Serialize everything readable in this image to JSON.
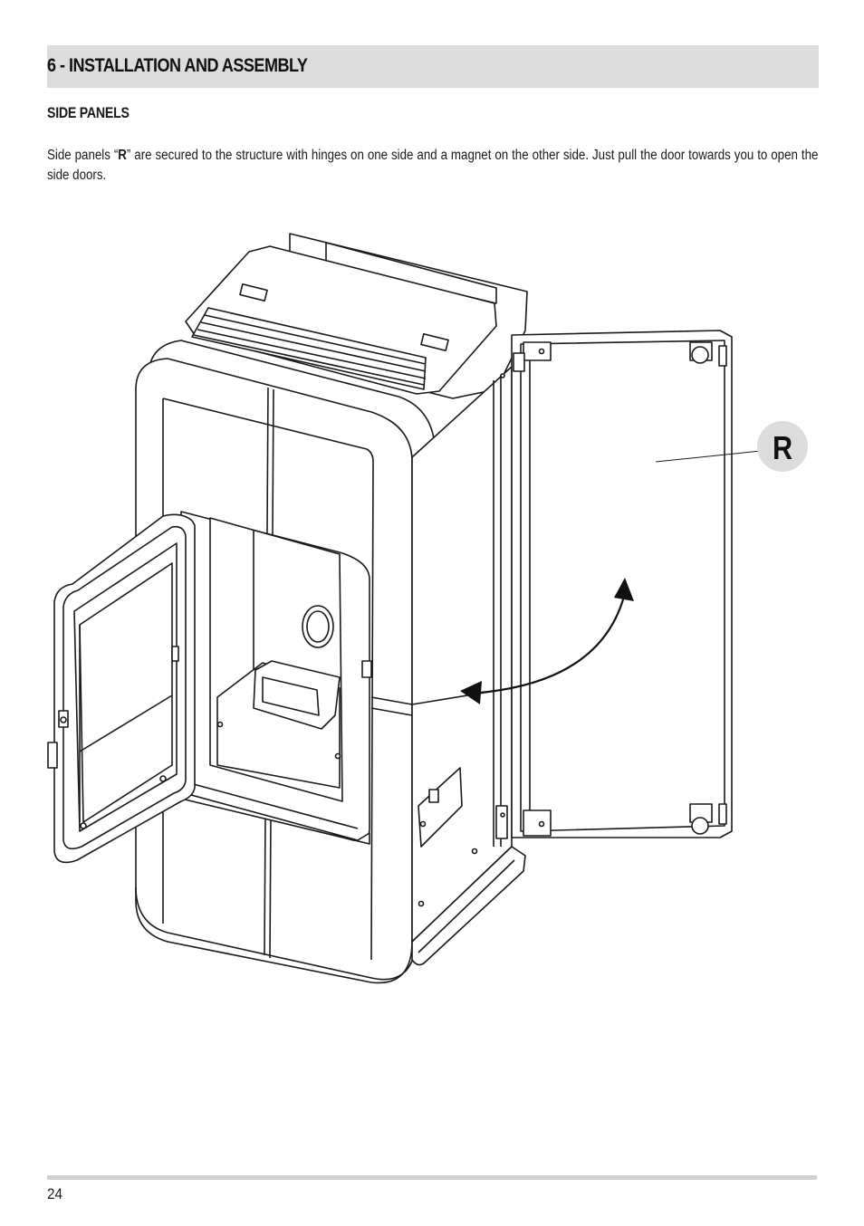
{
  "header": {
    "section_title": "6 - INSTALLATION AND ASSEMBLY"
  },
  "content": {
    "subheading": "SIDE PANELS",
    "paragraph_before": "Side panels “",
    "paragraph_bold": "R",
    "paragraph_after": "” are secured to the structure with hinges on one side and a magnet on the other side. Just pull the door towards you to open the side doors."
  },
  "figure": {
    "callout_label": "R"
  },
  "footer": {
    "page_number": "24"
  }
}
